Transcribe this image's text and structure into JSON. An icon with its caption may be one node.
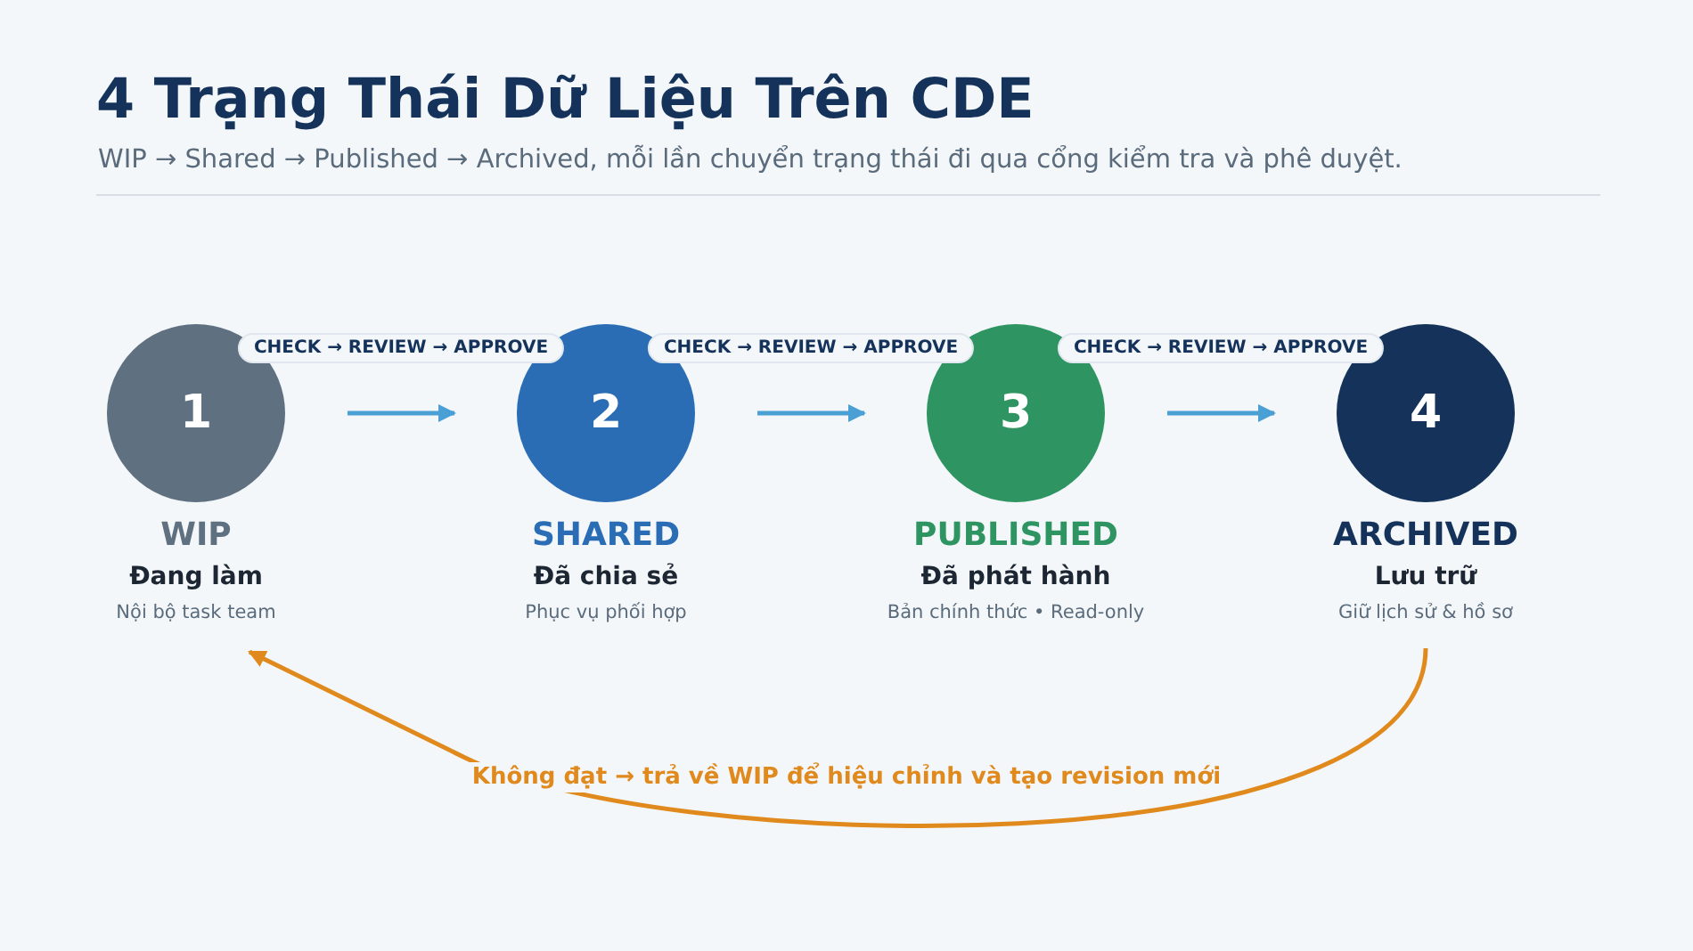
{
  "diagram": {
    "title": "4 Trạng Thái Dữ Liệu Trên CDE",
    "nodes": [
      {
        "text": [
          "1"
        ],
        "beside": [
          "WIP",
          "Đang làm",
          "Nội bộ task team"
        ]
      },
      {
        "text": [
          "2"
        ],
        "beside": [
          "SHARED",
          "Đã chia sẻ",
          "Phục vụ phối hợp"
        ]
      },
      {
        "text": [
          "3"
        ],
        "beside": [
          "PUBLISHED",
          "Đã phát hành",
          "Bản chính thức • Read-only"
        ]
      },
      {
        "text": [
          "4"
        ],
        "beside": [
          "ARCHIVED",
          "Lưu trữ",
          "Giữ lịch sử & hồ sơ"
        ]
      }
    ],
    "edges": [
      {
        "from": 0,
        "to": 1,
        "arrow": "to",
        "label": "CHECK → REVIEW → APPROVE"
      },
      {
        "from": 1,
        "to": 2,
        "arrow": "to",
        "label": "CHECK → REVIEW → APPROVE"
      },
      {
        "from": 2,
        "to": 3,
        "arrow": "to",
        "label": "CHECK → REVIEW → APPROVE"
      },
      {
        "from": 3,
        "to": 0,
        "arrow": "to",
        "label": "Không đạt → trả về WIP để hiệu chỉnh và tạo revision mới",
        "color": "#e08a1e"
      }
    ],
    "labels": [
      "WIP → Shared → Published → Archived, mỗi lần chuyển trạng thái đi qua cổng kiểm tra và phê duyệt."
    ]
  }
}
